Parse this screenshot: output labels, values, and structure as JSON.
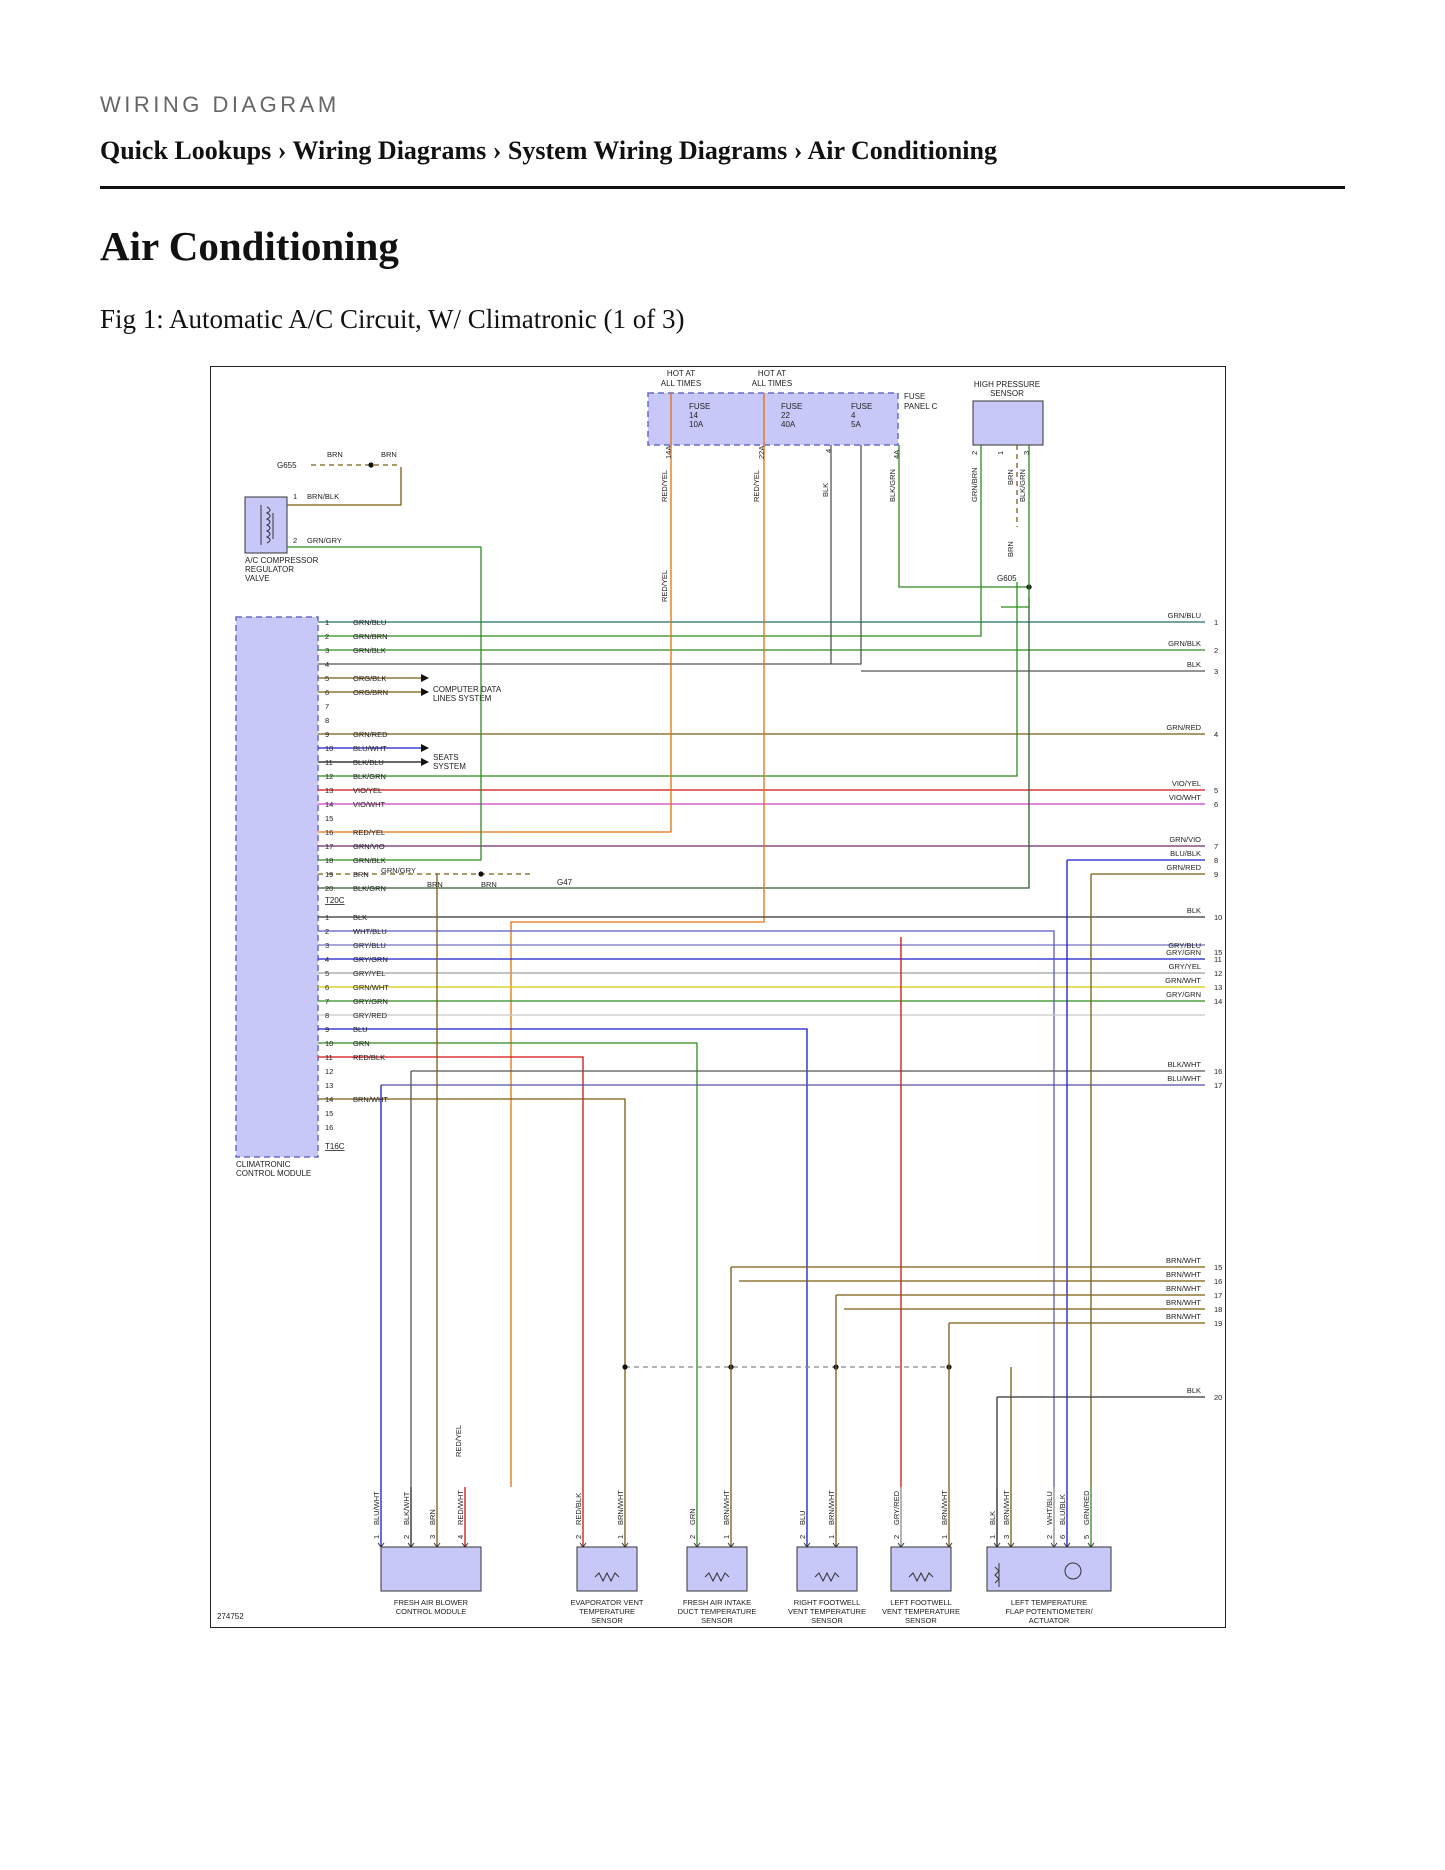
{
  "eyebrow": "WIRING DIAGRAM",
  "breadcrumb": {
    "items": [
      "Quick Lookups",
      "Wiring Diagrams",
      "System Wiring Diagrams",
      "Air Conditioning"
    ],
    "separator": "›"
  },
  "page_title": "Air Conditioning",
  "figure_caption": "Fig 1: Automatic A/C Circuit, W/ Climatronic (1 of 3)",
  "diagram": {
    "figure_id": "274752",
    "labels": {
      "hot1": "HOT AT",
      "hot2": "ALL TIMES",
      "fuse_word": "FUSE",
      "fuse_panel1": "FUSE",
      "fuse_panel2": "PANEL C",
      "hps1": "HIGH PRESSURE",
      "hps2": "SENSOR",
      "g655": "G655",
      "g605": "G605",
      "g47": "G47",
      "acv1": "A/C COMPRESSOR",
      "acv2": "REGULATOR",
      "acv3": "VALVE",
      "ccm1": "CLIMATRONIC",
      "ccm2": "CONTROL MODULE",
      "cdl1": "COMPUTER DATA",
      "cdl2": "LINES SYSTEM",
      "seats1": "SEATS",
      "seats2": "SYSTEM",
      "t20c": "T20C",
      "t16c": "T16C"
    },
    "fuses": [
      {
        "num": "14",
        "amp": "10A",
        "pin": "14A"
      },
      {
        "num": "22",
        "amp": "40A",
        "pin": "22A"
      },
      {
        "num": "4",
        "amp": "5A",
        "pin": "4A",
        "pin2": "4"
      }
    ],
    "t20c": [
      {
        "pin": "1",
        "wire": "GRN/BLU"
      },
      {
        "pin": "2",
        "wire": "GRN/BRN"
      },
      {
        "pin": "3",
        "wire": "GRN/BLK"
      },
      {
        "pin": "4",
        "wire": ""
      },
      {
        "pin": "5",
        "wire": "ORG/BLK"
      },
      {
        "pin": "6",
        "wire": "ORG/BRN"
      },
      {
        "pin": "7",
        "wire": ""
      },
      {
        "pin": "8",
        "wire": ""
      },
      {
        "pin": "9",
        "wire": "GRN/RED"
      },
      {
        "pin": "10",
        "wire": "BLU/WHT"
      },
      {
        "pin": "11",
        "wire": "BLK/BLU"
      },
      {
        "pin": "12",
        "wire": "BLK/GRN"
      },
      {
        "pin": "13",
        "wire": "VIO/YEL"
      },
      {
        "pin": "14",
        "wire": "VIO/WHT"
      },
      {
        "pin": "15",
        "wire": ""
      },
      {
        "pin": "16",
        "wire": "RED/YEL"
      },
      {
        "pin": "17",
        "wire": "GRN/VIO"
      },
      {
        "pin": "18",
        "wire": "GRN/BLK"
      },
      {
        "pin": "19",
        "wire": "BRN"
      },
      {
        "pin": "20",
        "wire": "BLK/GRN"
      }
    ],
    "t16c": [
      {
        "pin": "1",
        "wire": "BLK"
      },
      {
        "pin": "2",
        "wire": "WHT/BLU"
      },
      {
        "pin": "3",
        "wire": "GRY/BLU"
      },
      {
        "pin": "4",
        "wire": "GRY/GRN"
      },
      {
        "pin": "5",
        "wire": "GRY/YEL"
      },
      {
        "pin": "6",
        "wire": "GRN/WHT"
      },
      {
        "pin": "7",
        "wire": "GRY/GRN"
      },
      {
        "pin": "8",
        "wire": "GRY/RED"
      },
      {
        "pin": "9",
        "wire": "BLU"
      },
      {
        "pin": "10",
        "wire": "GRN"
      },
      {
        "pin": "11",
        "wire": "RED/BLK"
      },
      {
        "pin": "12",
        "wire": ""
      },
      {
        "pin": "13",
        "wire": ""
      },
      {
        "pin": "14",
        "wire": "BRN/WHT"
      },
      {
        "pin": "15",
        "wire": ""
      },
      {
        "pin": "16",
        "wire": ""
      }
    ],
    "right_labels": [
      {
        "text": "GRN/BLU",
        "num": "1"
      },
      {
        "text": "GRN/BLK",
        "num": "2"
      },
      {
        "text": "BLK",
        "num": "3"
      },
      {
        "text": "GRN/RED",
        "num": "4"
      },
      {
        "text": "VIO/YEL",
        "num": "5"
      },
      {
        "text": "VIO/WHT",
        "num": "6"
      },
      {
        "text": "GRN/VIO",
        "num": "7"
      },
      {
        "text": "BLU/BLK",
        "num": "8"
      },
      {
        "text": "GRN/RED",
        "num": "9"
      },
      {
        "text": "BLK",
        "num": "10"
      },
      {
        "text": "GRY/GRN",
        "num": "11"
      },
      {
        "text": "GRY/YEL",
        "num": "12"
      },
      {
        "text": "GRN/WHT",
        "num": "13"
      },
      {
        "text": "GRY/GRN",
        "num": "14"
      },
      {
        "text": "GRY/BLU",
        "num": "15"
      },
      {
        "text": "BLK/WHT",
        "num": "16"
      },
      {
        "text": "BLU/WHT",
        "num": "17"
      }
    ],
    "right_labels_lower": [
      {
        "text": "BRN/WHT",
        "num": "15"
      },
      {
        "text": "BRN/WHT",
        "num": "16"
      },
      {
        "text": "BRN/WHT",
        "num": "17"
      },
      {
        "text": "BRN/WHT",
        "num": "18"
      },
      {
        "text": "BRN/WHT",
        "num": "19"
      },
      {
        "text": "BLK",
        "num": "20"
      }
    ],
    "top_wires": {
      "fuse14": "RED/YEL",
      "fuse22": "RED/YEL",
      "fuse4a": "BLK",
      "fuse4b": "BLK/GRN",
      "hps_p2": "GRN/BRN",
      "hps_p1": "BRN",
      "hps_p3": "BLK/GRN",
      "hps_g": "BRN",
      "acv_top1": "BRN",
      "acv_top2": "BRN",
      "acv1": "BRN/BLK",
      "acv2": "GRN/GRY",
      "ccm18b": "GRN/GRY",
      "g47a": "BRN",
      "g47b": "BRN",
      "fuse14b": "RED/YEL"
    },
    "bottom": {
      "blower": {
        "name1": "FRESH AIR BLOWER",
        "name2": "CONTROL MODULE",
        "pins": [
          "1",
          "2",
          "3",
          "4"
        ],
        "wires": [
          "BLU/WHT",
          "BLK/WHT",
          "BRN",
          "RED/WHT"
        ],
        "extra": "RED/YEL"
      },
      "evap": {
        "name1": "EVAPORATOR VENT",
        "name2": "TEMPERATURE",
        "name3": "SENSOR",
        "pins": [
          "2",
          "1"
        ],
        "wires": [
          "RED/BLK",
          "BRN/WHT"
        ]
      },
      "intake": {
        "name1": "FRESH AIR INTAKE",
        "name2": "DUCT TEMPERATURE",
        "name3": "SENSOR",
        "pins": [
          "2",
          "1"
        ],
        "wires": [
          "GRN",
          "BRN/WHT"
        ]
      },
      "rfoot": {
        "name1": "RIGHT FOOTWELL",
        "name2": "VENT TEMPERATURE",
        "name3": "SENSOR",
        "pins": [
          "2",
          "1"
        ],
        "wires": [
          "BLU",
          "BRN/WHT"
        ]
      },
      "lfoot": {
        "name1": "LEFT FOOTWELL",
        "name2": "VENT TEMPERATURE",
        "name3": "SENSOR",
        "pins": [
          "2",
          "1"
        ],
        "wires": [
          "GRY/RED",
          "BRN/WHT"
        ]
      },
      "flap": {
        "name1": "LEFT TEMPERATURE",
        "name2": "FLAP POTENTIOMETER/",
        "name3": "ACTUATOR",
        "pins": [
          "1",
          "3",
          "2",
          "6",
          "5"
        ],
        "wires": [
          "BLK",
          "BRN/WHT",
          "WHT/BLU",
          "BLU/BLK",
          "GRN/RED"
        ],
        "motor": "M"
      }
    },
    "colors": {
      "module_fill": "#c8c8f8",
      "grn": "#2e8b1e",
      "org": "#e07010",
      "red": "#d01010",
      "blu": "#1a1acc",
      "brn": "#7a5c10",
      "blk": "#222222",
      "vio": "#b04080",
      "gry": "#8a8a8a",
      "yel": "#d8c800"
    }
  }
}
